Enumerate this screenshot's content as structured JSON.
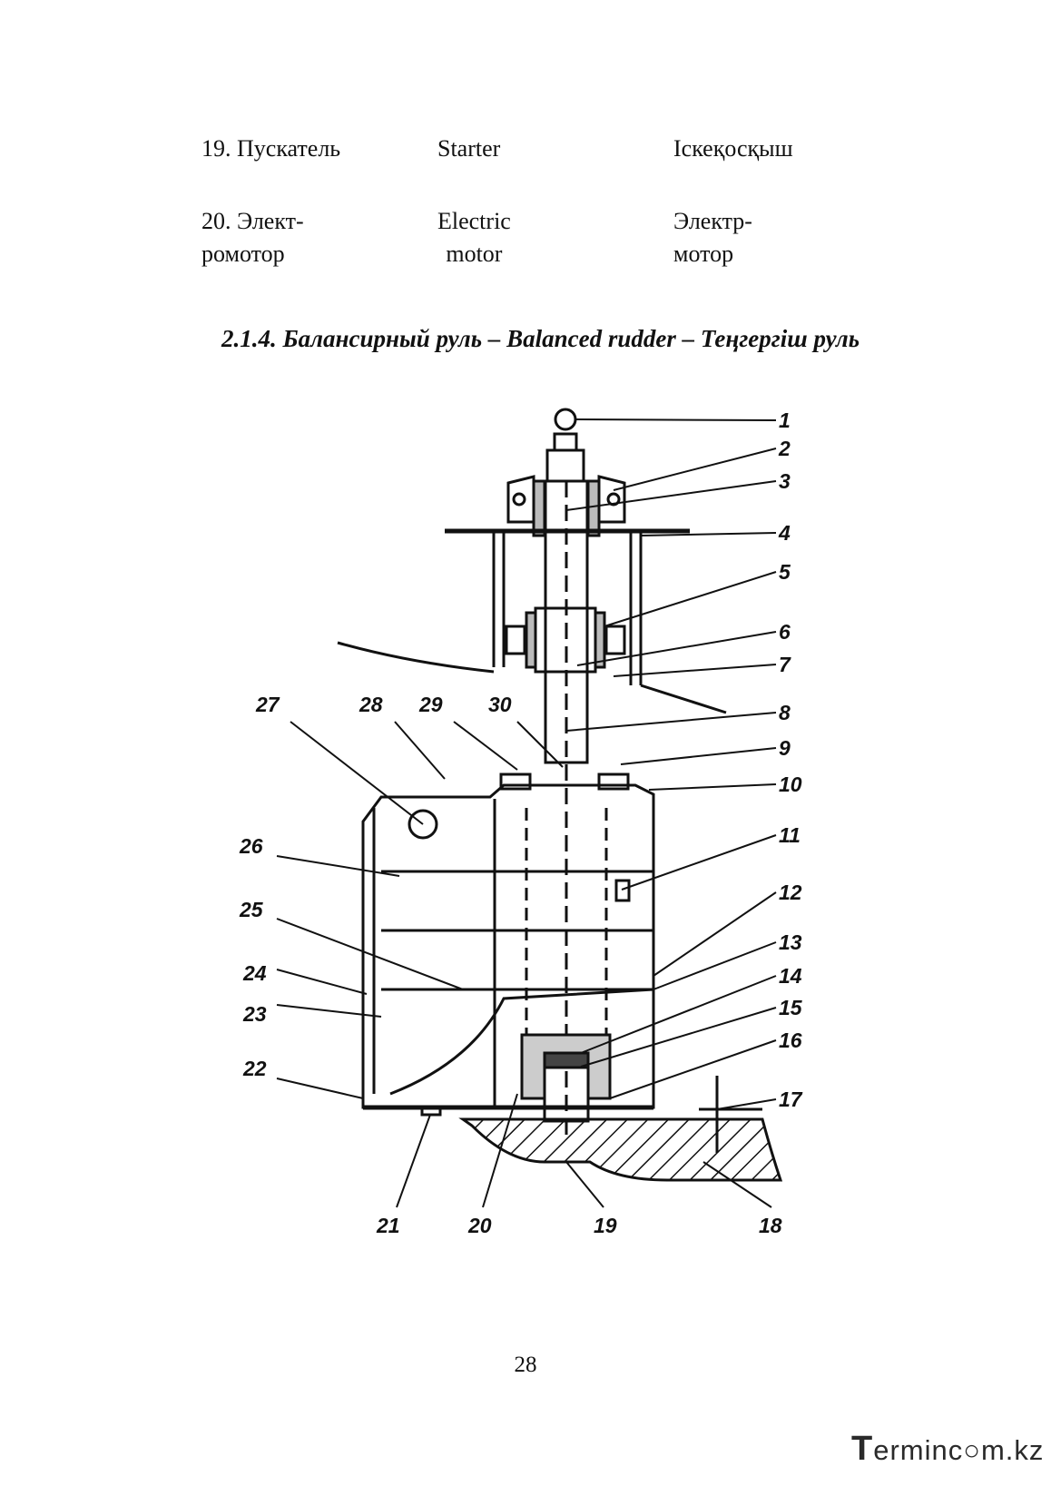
{
  "terms": [
    {
      "ru": "19. Пускатель",
      "en": "Starter",
      "kz": "Іскеқосқыш"
    },
    {
      "ru": "20. Элект-\nромотор",
      "en": "Electric\nmotor",
      "kz": "Электр-\nмотор"
    }
  ],
  "heading": "2.1.4. Балансирный руль – Balanced rudder  – Теңгергіш руль",
  "figure": {
    "callouts": [
      "1",
      "2",
      "3",
      "4",
      "5",
      "6",
      "7",
      "8",
      "9",
      "10",
      "11",
      "12",
      "13",
      "14",
      "15",
      "16",
      "17",
      "18",
      "19",
      "20",
      "21",
      "22",
      "23",
      "24",
      "25",
      "26",
      "27",
      "28",
      "29",
      "30"
    ]
  },
  "page_number": "28",
  "logo": {
    "first": "T",
    "rest": "erminc",
    "mid": "○",
    "end": "m.kz"
  }
}
